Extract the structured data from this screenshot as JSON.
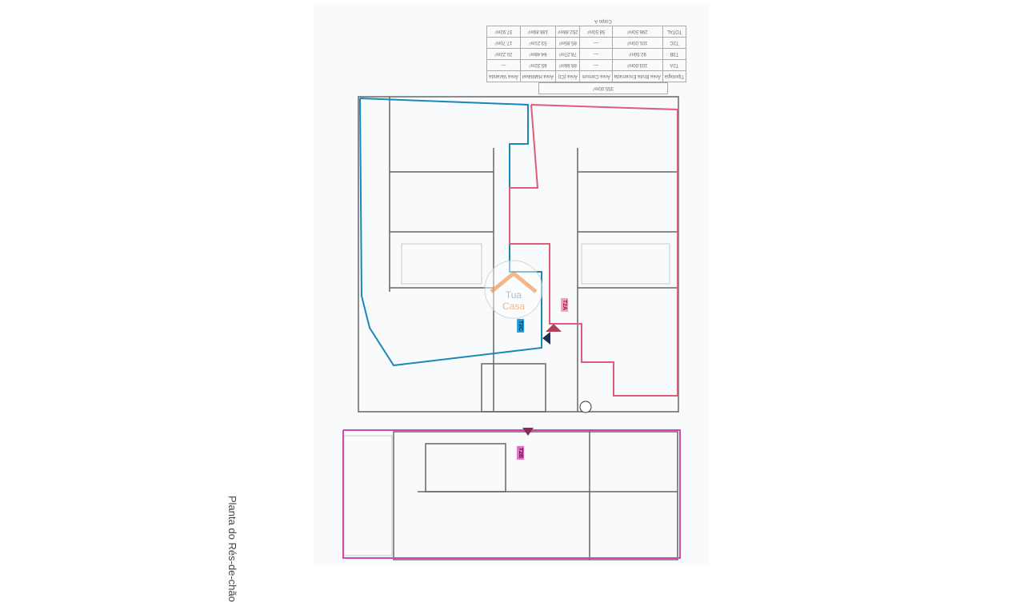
{
  "sheet_title": "Planta do Rés-de-chão",
  "table": {
    "caption": "Corpo A",
    "headers": [
      "Tipologia",
      "Área Bruta Encerrada",
      "Área Comum",
      "Área (CI)",
      "Área Habitável",
      "Área Varanda"
    ],
    "rows": [
      [
        "T2A",
        "103.00m²",
        "—",
        "88.66m²",
        "65.32m²",
        "—"
      ],
      [
        "T3B",
        "92.50m²",
        "—",
        "78.27m²",
        "64.48m²",
        "20.22m²"
      ],
      [
        "T2C",
        "101.00m²",
        "—",
        "85.85m²",
        "53.21m²",
        "17.70m²"
      ],
      [
        "TOTAL",
        "296.50m²",
        "58.50m²",
        "252.88m²",
        "188.89m²",
        "37.92m²"
      ]
    ],
    "grand_total": "355.00m²"
  },
  "unit_tags": [
    {
      "label": "T2A",
      "color": "#e0457a"
    },
    {
      "label": "T2C",
      "color": "#1f8fd0"
    },
    {
      "label": "T2B",
      "color": "#d8409a"
    }
  ],
  "watermark": {
    "line1": "Tua",
    "line2": "Casa"
  },
  "colors": {
    "red_unit": "#e05a7a",
    "blue_unit": "#1b86b8",
    "magenta_unit": "#d04aa8",
    "walls": "#555555"
  }
}
